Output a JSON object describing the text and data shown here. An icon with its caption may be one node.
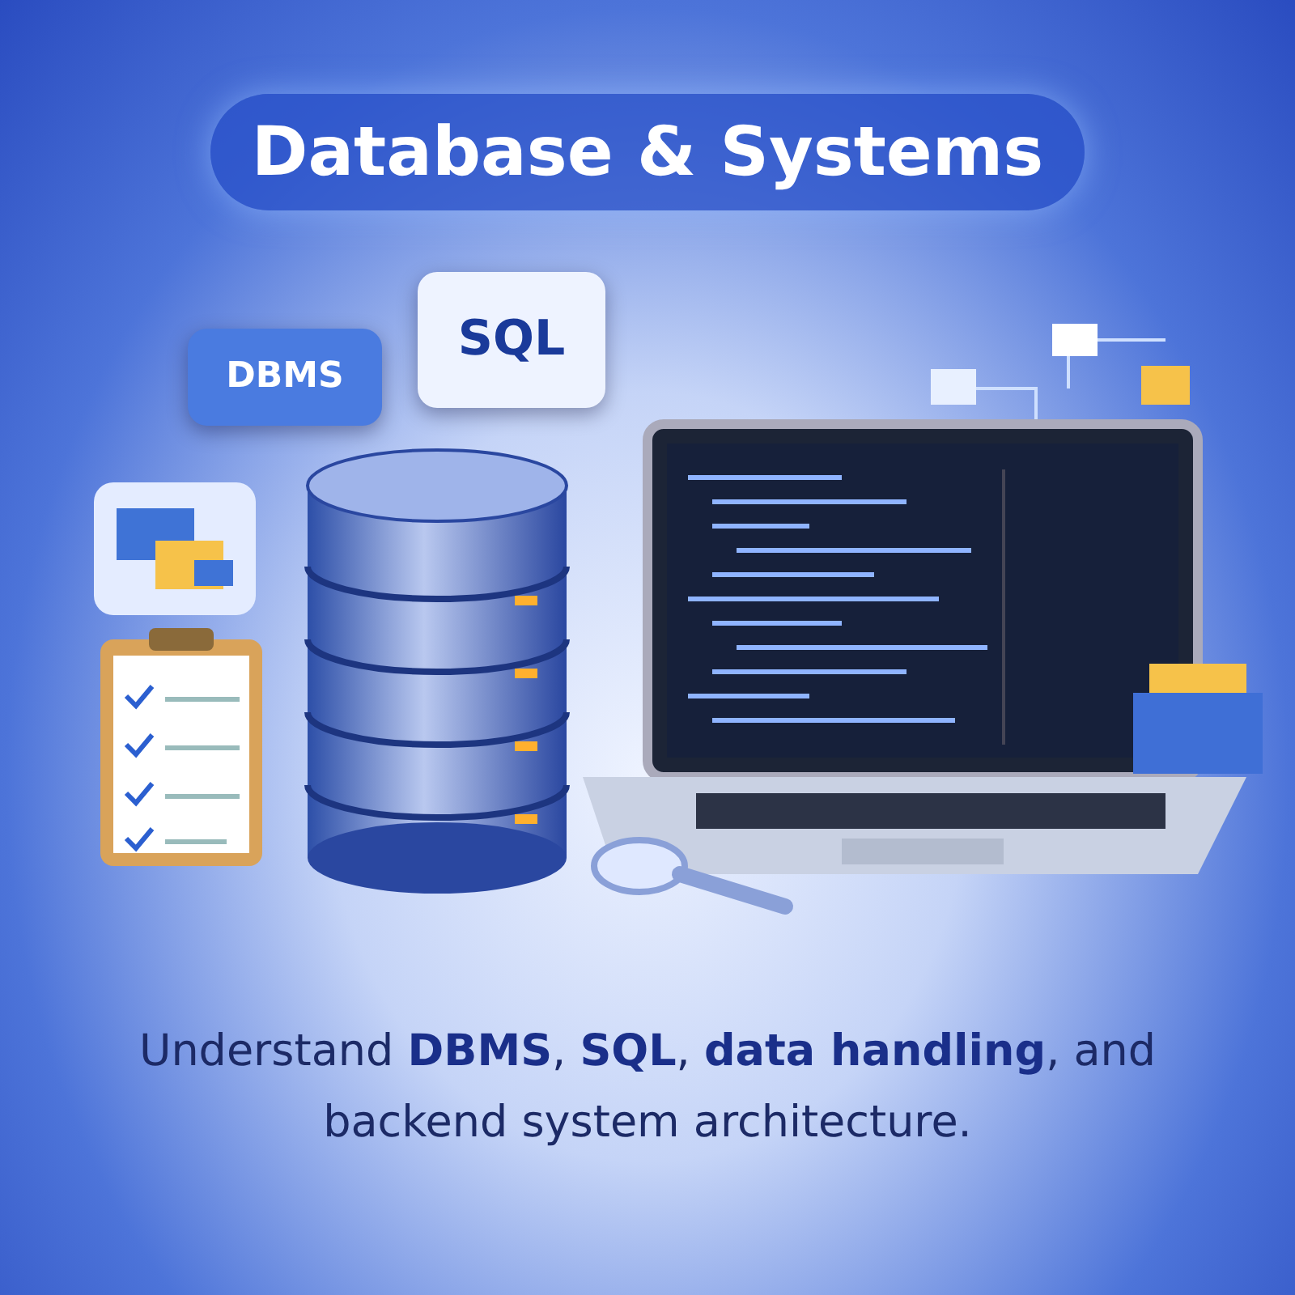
{
  "diagram": {
    "title": "Database & Systems",
    "caption": "Understand **DBMS**, **SQL**, **data handling**, and backend system architecture.",
    "nodes": [
      {
        "text": [
          "DBMS"
        ]
      },
      {
        "text": [
          "SQL"
        ]
      }
    ]
  }
}
